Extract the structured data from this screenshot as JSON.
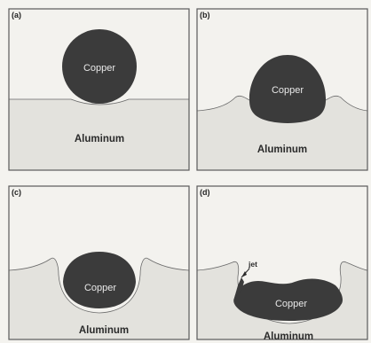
{
  "panels": [
    {
      "label": "(a)",
      "projectile": "Copper",
      "target": "Aluminum"
    },
    {
      "label": "(b)",
      "projectile": "Copper",
      "target": "Aluminum"
    },
    {
      "label": "(c)",
      "projectile": "Copper",
      "target": "Aluminum"
    },
    {
      "label": "(d)",
      "projectile": "Copper",
      "target": "Aluminum",
      "annotation": "jet"
    }
  ],
  "colors": {
    "copper": "#3b3b3b",
    "aluminum": "#e3e2dd",
    "air": "#f3f2ee",
    "frame": "#5a5a5a"
  }
}
